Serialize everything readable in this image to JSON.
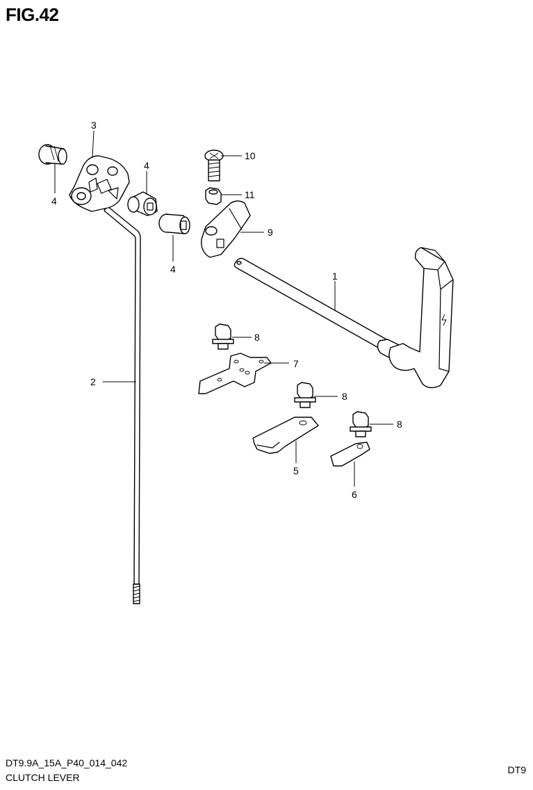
{
  "header": {
    "figure_label": "FIG.42"
  },
  "footer": {
    "code": "DT9.9A_15A_P40_014_042",
    "name": "CLUTCH LEVER",
    "model": "DT9"
  },
  "callouts": {
    "part_1": "1",
    "part_2": "2",
    "part_3": "3",
    "part_4a": "4",
    "part_4b": "4",
    "part_4c": "4",
    "part_5": "5",
    "part_6": "6",
    "part_7": "7",
    "part_8a": "8",
    "part_8b": "8",
    "part_8c": "8",
    "part_9": "9",
    "part_10": "10",
    "part_11": "11"
  }
}
